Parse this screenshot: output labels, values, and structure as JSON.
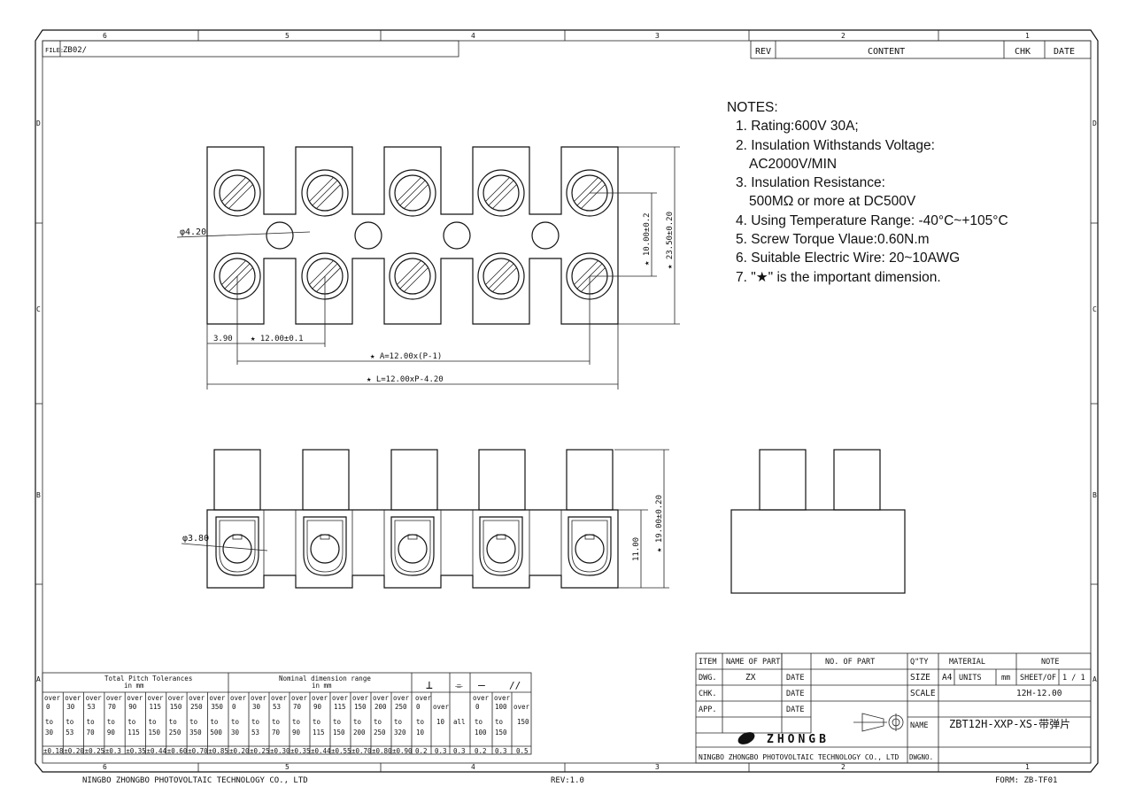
{
  "header": {
    "file_label": "FILE:",
    "file_value": "ZB02/",
    "rev_header": "REV",
    "content_header": "CONTENT",
    "chk_header": "CHK",
    "date_header": "DATE"
  },
  "zones": {
    "columns": [
      "6",
      "5",
      "4",
      "3",
      "2",
      "1"
    ],
    "rows": [
      "D",
      "C",
      "B",
      "A"
    ]
  },
  "notes": {
    "title": "NOTES:",
    "items": [
      "1. Rating:600V 30A;",
      "2. Insulation Withstands Voltage:",
      "AC2000V/MIN",
      "3. Insulation Resistance:",
      "500MΩ or more at DC500V",
      "4. Using Temperature Range: -40°C~+105°C",
      "5. Screw Torque Vlaue:0.60N.m",
      "6. Suitable Electric Wire: 20~10AWG",
      "7. \"★\" is the important dimension."
    ]
  },
  "dimensions": {
    "hole_dia": "φ4.20",
    "height_inner": "★ 10.00±0.2",
    "height_outer": "★ 23.50±0.20",
    "offset": "3.90",
    "pitch": "★ 12.00±0.1",
    "a_dim": "★ A=12.00x(P-1)",
    "l_dim": "★ L=12.00xP-4.20",
    "screw_dia": "φ3.80",
    "side_height": "11.00",
    "total_height": "★ 19.00±0.20"
  },
  "tolerance_table": {
    "pitch_title": "Total Pitch Tolerances",
    "pitch_unit": "in mm",
    "nominal_title": "Nominal dimension range",
    "nominal_unit": "in mm",
    "pitch_cols": [
      {
        "lo": "0",
        "hi": "30",
        "tol": "±0.18"
      },
      {
        "lo": "30",
        "hi": "53",
        "tol": "±0.20"
      },
      {
        "lo": "53",
        "hi": "70",
        "tol": "±0.25"
      },
      {
        "lo": "70",
        "hi": "90",
        "tol": "±0.3"
      },
      {
        "lo": "90",
        "hi": "115",
        "tol": "±0.35"
      },
      {
        "lo": "115",
        "hi": "150",
        "tol": "±0.44"
      },
      {
        "lo": "150",
        "hi": "250",
        "tol": "±0.60"
      },
      {
        "lo": "250",
        "hi": "350",
        "tol": "±0.70"
      },
      {
        "lo": "350",
        "hi": "500",
        "tol": "±0.85"
      }
    ],
    "nominal_cols": [
      {
        "lo": "0",
        "hi": "30",
        "tol": "±0.20"
      },
      {
        "lo": "30",
        "hi": "53",
        "tol": "±0.25"
      },
      {
        "lo": "53",
        "hi": "70",
        "tol": "±0.30"
      },
      {
        "lo": "70",
        "hi": "90",
        "tol": "±0.35"
      },
      {
        "lo": "90",
        "hi": "115",
        "tol": "±0.44"
      },
      {
        "lo": "115",
        "hi": "150",
        "tol": "±0.55"
      },
      {
        "lo": "150",
        "hi": "200",
        "tol": "±0.70"
      },
      {
        "lo": "200",
        "hi": "250",
        "tol": "±0.80"
      },
      {
        "lo": "250",
        "hi": "320",
        "tol": "±0.90"
      }
    ],
    "geo_symbols": [
      "⊥",
      "⌯",
      "—",
      "//"
    ],
    "geo_ranges": {
      "perp_lo": "0",
      "perp_hi": "10",
      "perp_over": "over",
      "perp_over_val": "10",
      "sym_all": "all",
      "flat_lo": "0",
      "flat_hi": "100",
      "flat_mid_lo": "100",
      "flat_mid_hi": "150",
      "flat_over": "over",
      "flat_over_val": "150"
    },
    "geo_tols": [
      "0.2",
      "0.3",
      "0.3",
      "0.2",
      "0.3",
      "0.5"
    ],
    "word_over": "over",
    "word_to": "to"
  },
  "title_block": {
    "item": "ITEM",
    "name_of_part": "NAME OF PART",
    "no_of_part": "NO. OF PART",
    "qty": "Q\"TY",
    "material": "MATERIAL",
    "note": "NOTE",
    "dwg": "DWG.",
    "dwg_by": "ZX",
    "date": "DATE",
    "size_label": "SIZE",
    "size_value": "A4",
    "units_label": "UNITS",
    "units_value": "mm",
    "sheet_label": "SHEET/OF",
    "sheet_value": "1 / 1",
    "chk": "CHK.",
    "scale_label": "SCALE",
    "scale_value": "12H-12.00",
    "app": "APP.",
    "name_label": "NAME",
    "name_value": "ZBT12H-XXP-XS-带弹片",
    "logo_text": "ZHONGB",
    "company": "NINGBO ZHONGBO PHOTOVOLTAIC TECHNOLOGY CO., LTD",
    "dwgno_label": "DWGNO."
  },
  "footer": {
    "company": "NINGBO ZHONGBO PHOTOVOLTAIC TECHNOLOGY CO., LTD",
    "rev": "REV:1.0",
    "form": "FORM: ZB-TF01"
  }
}
